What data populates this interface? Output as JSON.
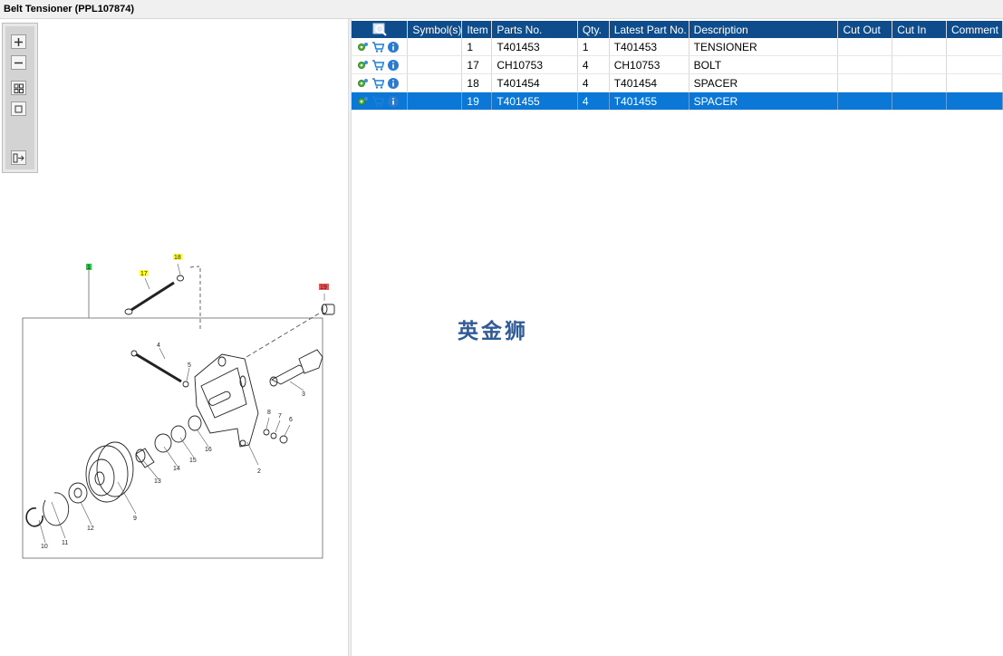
{
  "window": {
    "title": "Belt Tensioner (PPL107874)"
  },
  "toolbar": {
    "buttons": [
      {
        "name": "zoom-in-button",
        "icon": "plus-icon"
      },
      {
        "name": "zoom-out-button",
        "icon": "minus-icon"
      },
      {
        "name": "fit-all-button",
        "icon": "grid-icon"
      },
      {
        "name": "actual-size-button",
        "icon": "square-icon"
      },
      {
        "name": "export-button",
        "icon": "export-arrow-icon"
      }
    ]
  },
  "diagram": {
    "callouts": [
      "1",
      "2",
      "3",
      "4",
      "5",
      "6",
      "7",
      "8",
      "9",
      "10",
      "11",
      "12",
      "13",
      "14",
      "15",
      "16",
      "17",
      "18",
      "19"
    ],
    "highlight_colors": {
      "green": "#22cc44",
      "yellow": "#ffff33",
      "red": "#ee5555"
    }
  },
  "parts_table": {
    "columns": [
      "",
      "Symbol(s)",
      "Item",
      "Parts No.",
      "Qty.",
      "Latest Part No.",
      "Description",
      "Cut Out",
      "Cut In",
      "Comment"
    ],
    "rows": [
      {
        "symbols": "",
        "item": "1",
        "part_no": "T401453",
        "qty": "1",
        "latest": "T401453",
        "description": "TENSIONER",
        "cut_out": "",
        "cut_in": "",
        "comment": "",
        "selected": false
      },
      {
        "symbols": "",
        "item": "17",
        "part_no": "CH10753",
        "qty": "4",
        "latest": "CH10753",
        "description": "BOLT",
        "cut_out": "",
        "cut_in": "",
        "comment": "",
        "selected": false
      },
      {
        "symbols": "",
        "item": "18",
        "part_no": "T401454",
        "qty": "4",
        "latest": "T401454",
        "description": "SPACER",
        "cut_out": "",
        "cut_in": "",
        "comment": "",
        "selected": false
      },
      {
        "symbols": "",
        "item": "19",
        "part_no": "T401455",
        "qty": "4",
        "latest": "T401455",
        "description": "SPACER",
        "cut_out": "",
        "cut_in": "",
        "comment": "",
        "selected": true
      }
    ]
  },
  "watermark": {
    "text": "英金狮"
  },
  "colors": {
    "header": "#0e4c8c",
    "selected_row": "#0b78d7",
    "accent_green": "#4caf3a",
    "accent_blue": "#1f7fd8"
  }
}
